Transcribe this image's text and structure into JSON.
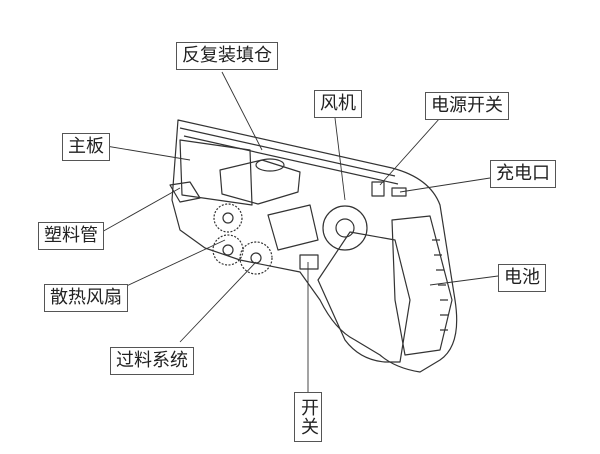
{
  "labels": {
    "refill_chamber": "反复装填仓",
    "fan": "风机",
    "power_switch": "电源开关",
    "mainboard": "主板",
    "charge_port": "充电口",
    "plastic_tube": "塑料管",
    "battery": "电池",
    "cooling_fan": "散热风扇",
    "filter_system": "过料系统",
    "trigger_switch": "开关"
  },
  "colors": {
    "line": "#333333",
    "text": "#222222"
  }
}
